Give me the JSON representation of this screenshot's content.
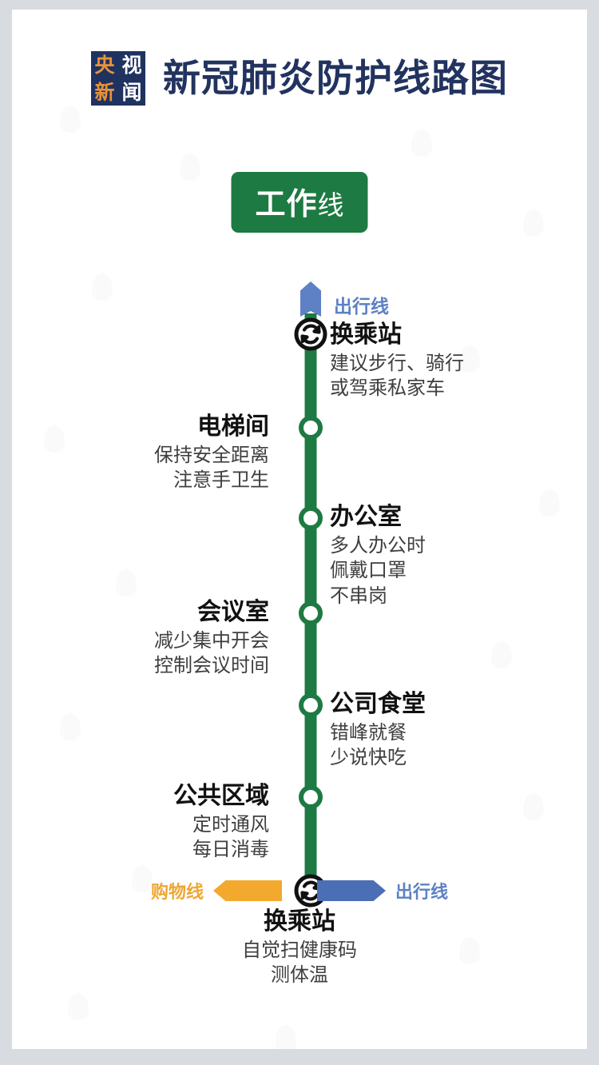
{
  "meta": {
    "background_color": "#d8dce1",
    "card_color": "#ffffff",
    "line_color": "#1d7a42",
    "accent_blue": "#5d81c4",
    "accent_orange": "#f2a92e",
    "brand_navy": "#22335f",
    "brand_orange": "#e8923a"
  },
  "header": {
    "logo": {
      "char_top_left": "央",
      "char_top_right": "视",
      "char_bottom_left": "新",
      "char_bottom_right": "闻"
    },
    "title": "新冠肺炎防护线路图"
  },
  "line_badge": {
    "strong": "工作",
    "light": "线"
  },
  "top_branch": {
    "label": "出行线"
  },
  "stations": [
    {
      "name": "换乘站",
      "desc_lines": [
        "建议步行、骑行",
        "或驾乘私家车"
      ],
      "side": "right",
      "marker": "transfer"
    },
    {
      "name": "电梯间",
      "desc_lines": [
        "保持安全距离",
        "注意手卫生"
      ],
      "side": "left",
      "marker": "stop"
    },
    {
      "name": "办公室",
      "desc_lines": [
        "多人办公时",
        "佩戴口罩",
        "不串岗"
      ],
      "side": "right",
      "marker": "stop"
    },
    {
      "name": "会议室",
      "desc_lines": [
        "减少集中开会",
        "控制会议时间"
      ],
      "side": "left",
      "marker": "stop"
    },
    {
      "name": "公司食堂",
      "desc_lines": [
        "错峰就餐",
        "少说快吃"
      ],
      "side": "right",
      "marker": "stop"
    },
    {
      "name": "公共区域",
      "desc_lines": [
        "定时通风",
        "每日消毒"
      ],
      "side": "left",
      "marker": "stop"
    },
    {
      "name": "换乘站",
      "desc_lines": [
        "自觉扫健康码",
        "测体温"
      ],
      "side": "center",
      "marker": "transfer"
    }
  ],
  "bottom_interchange": {
    "left_label": "购物线",
    "right_label": "出行线"
  }
}
